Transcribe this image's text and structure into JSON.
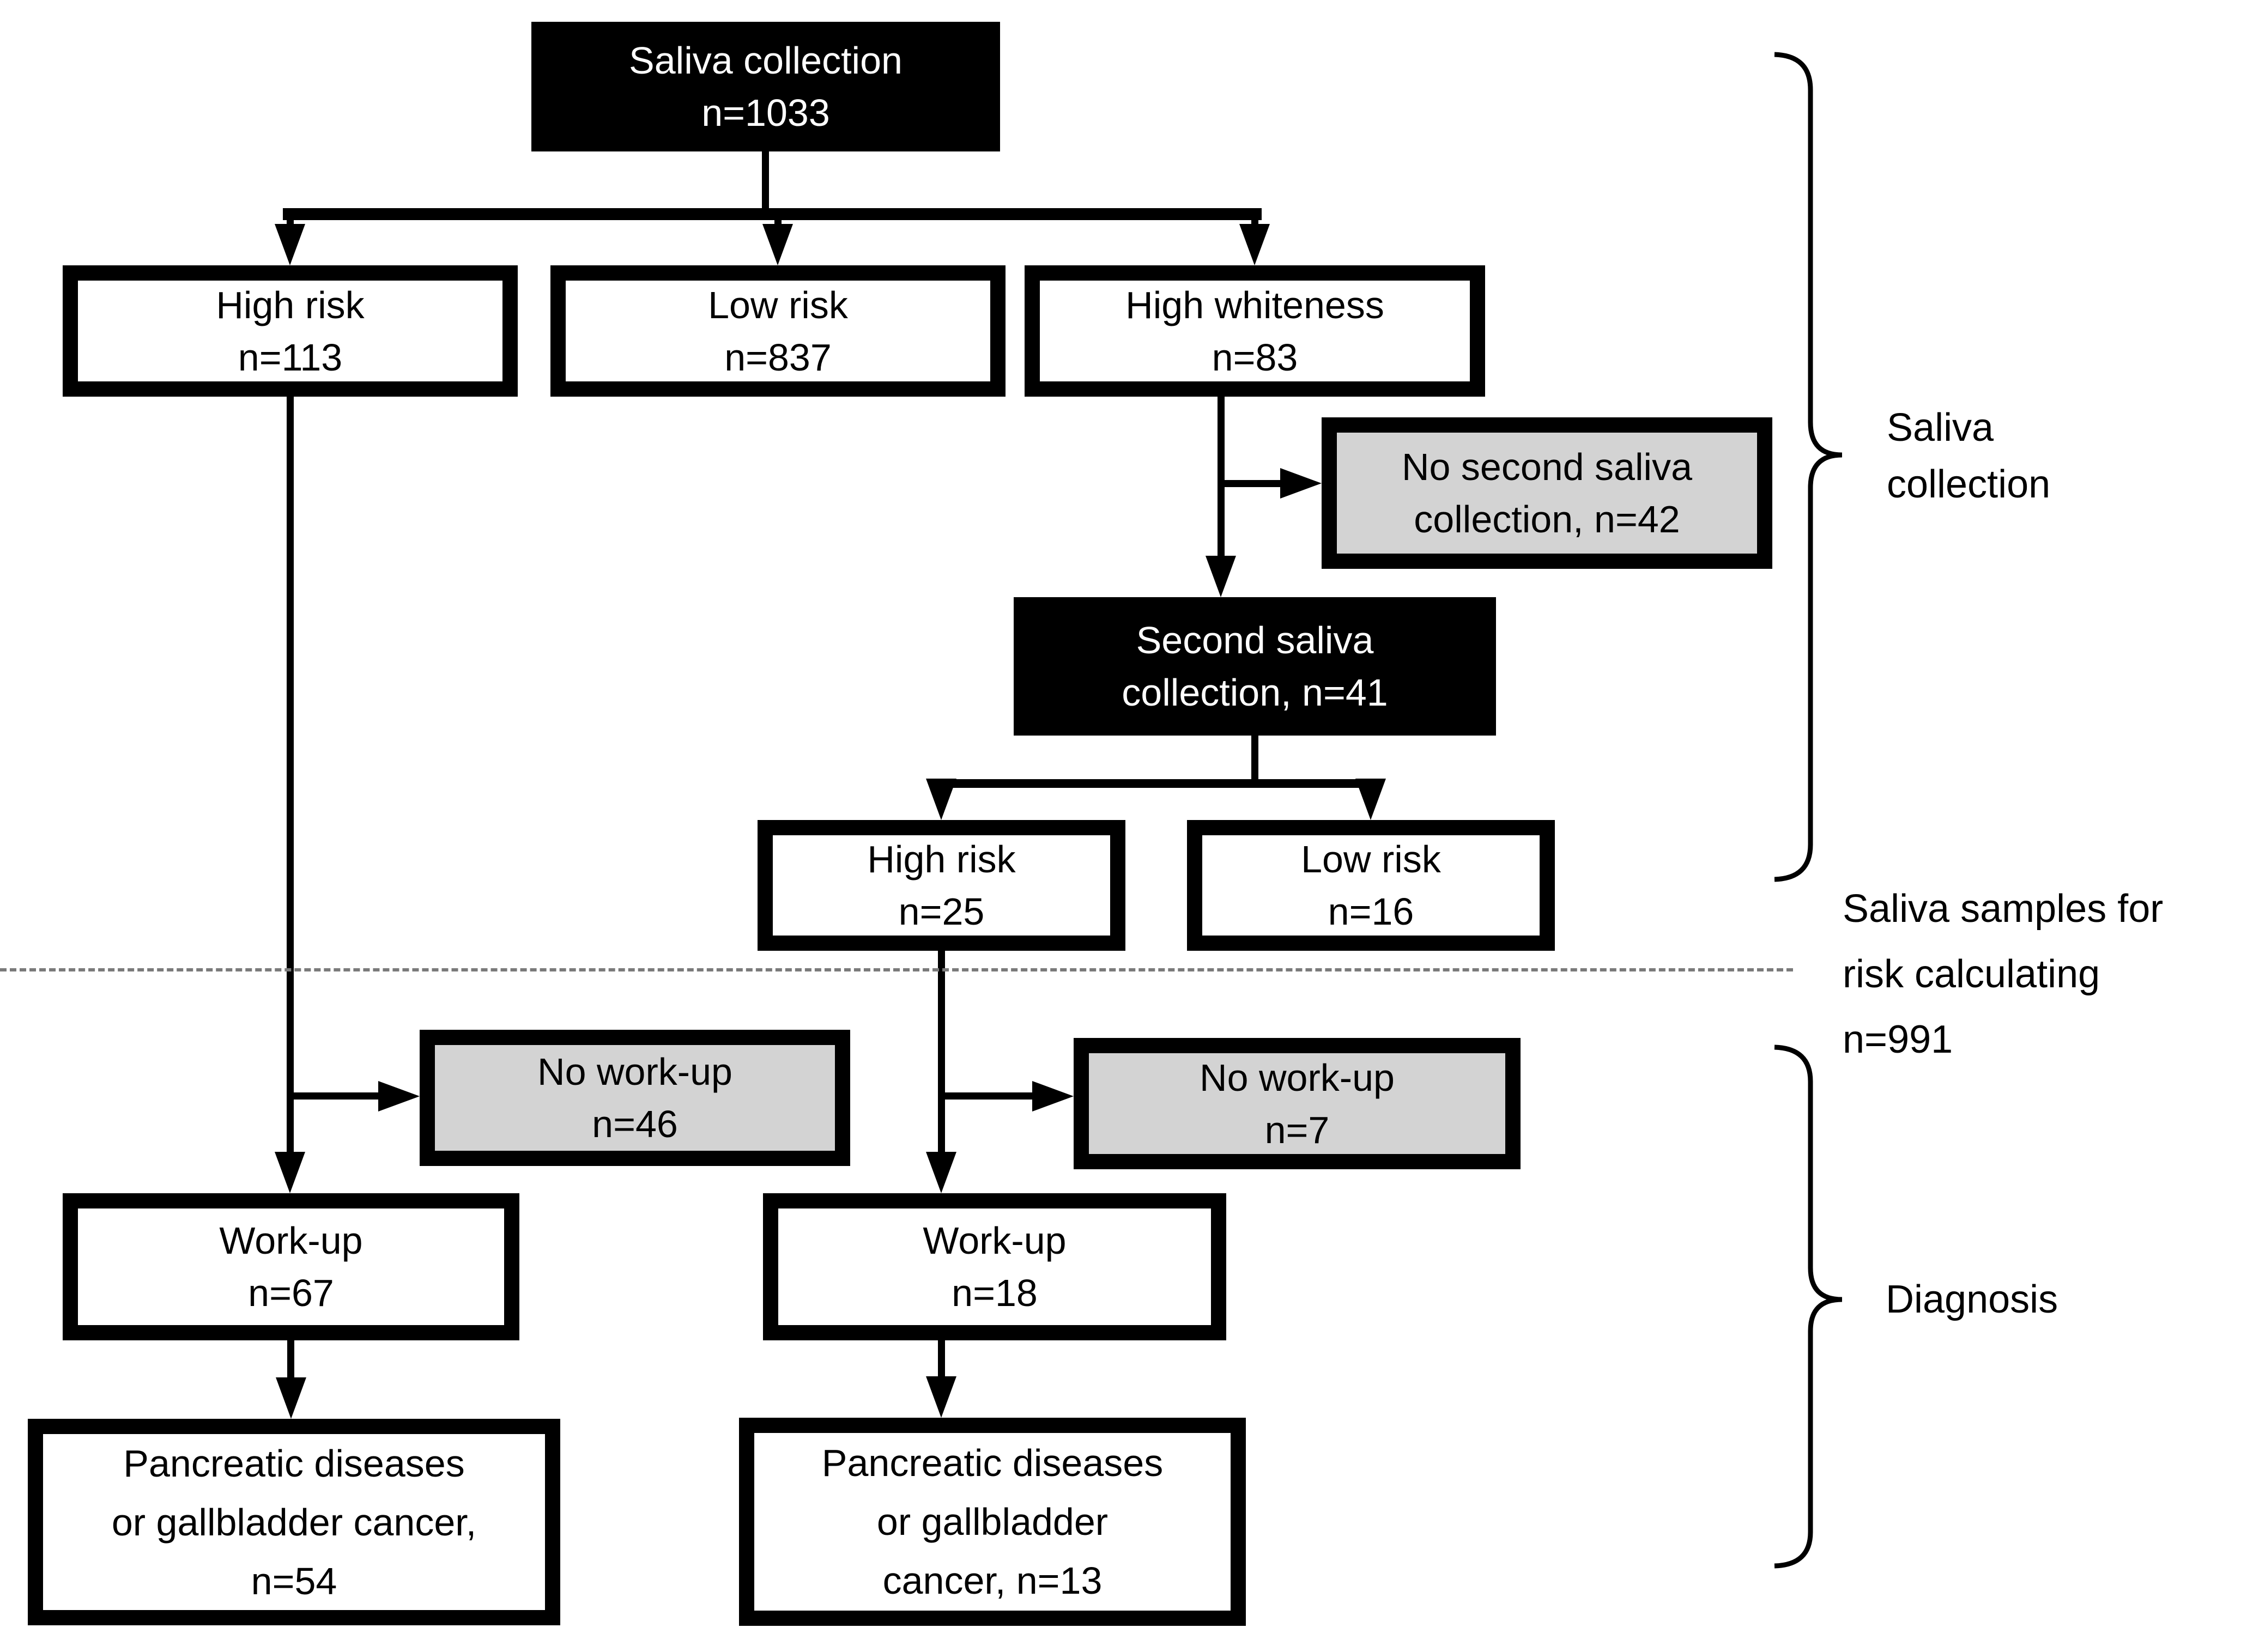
{
  "boxes": {
    "saliva_collection": {
      "line1": "Saliva collection",
      "line2": "n=1033"
    },
    "high_risk_initial": {
      "line1": "High risk",
      "line2": "n=113"
    },
    "low_risk_initial": {
      "line1": "Low risk",
      "line2": "n=837"
    },
    "high_whiteness": {
      "line1": "High whiteness",
      "line2": "n=83"
    },
    "no_second_saliva_collection": {
      "line1": "No second saliva",
      "line2": "collection, n=42"
    },
    "second_saliva_collection": {
      "line1": "Second saliva",
      "line2": "collection, n=41"
    },
    "high_risk_second": {
      "line1": "High risk",
      "line2": "n=25"
    },
    "low_risk_second": {
      "line1": "Low risk",
      "line2": "n=16"
    },
    "no_work_up_high_risk": {
      "line1": "No work-up",
      "line2": "n=46"
    },
    "no_work_up_second": {
      "line1": "No work-up",
      "line2": "n=7"
    },
    "work_up_high_risk": {
      "line1": "Work-up",
      "line2": "n=67"
    },
    "work_up_second": {
      "line1": "Work-up",
      "line2": "n=18"
    },
    "pancreatic_high_risk": {
      "line1": "Pancreatic diseases",
      "line2": "or gallbladder cancer,",
      "line3": "n=54"
    },
    "pancreatic_second": {
      "line1": "Pancreatic diseases",
      "line2": "or gallbladder",
      "line3": "cancer, n=13"
    }
  },
  "side_annotations": {
    "saliva_collection_phase": {
      "line1": "Saliva",
      "line2": "collection"
    },
    "risk_samples": {
      "line1": "Saliva samples for",
      "line2": "risk calculating",
      "line3": "n=991"
    },
    "diagnosis_phase": {
      "line1": "Diagnosis"
    }
  },
  "colors": {
    "emphasis_box_fill": "#000000",
    "excluded_box_fill": "#d3d3d3",
    "default_box_fill": "#ffffff",
    "line": "#000000",
    "divider": "#7a7a7a"
  }
}
